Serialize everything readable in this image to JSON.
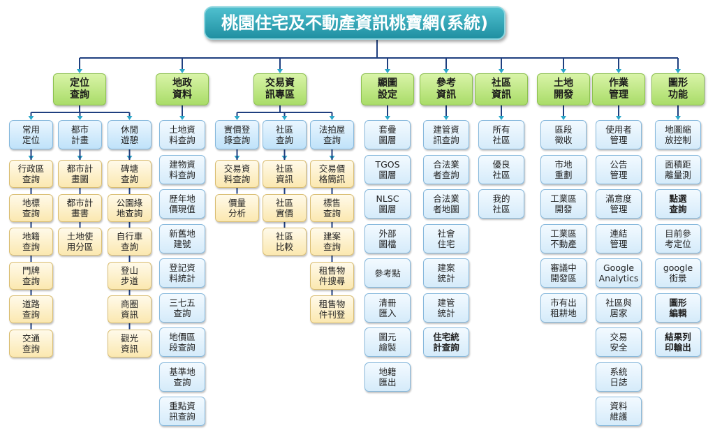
{
  "title": "桃園住宅及不動產資訊桃寶網(系統)",
  "categories": [
    {
      "label": "定位\n查詢",
      "subs": [
        {
          "label": "常用\n定位",
          "items": [
            "行政區\n查詢",
            "地標\n查詢",
            "地籍\n查詢",
            "門牌\n查詢",
            "道路\n查詢",
            "交通\n查詢"
          ]
        },
        {
          "label": "都市\n計畫",
          "items": [
            "都市計\n畫圖",
            "都市計\n畫書",
            "土地使\n用分區"
          ]
        },
        {
          "label": "休閒\n遊憩",
          "items": [
            "碑塘\n查詢",
            "公園綠\n地查詢",
            "自行車\n查詢",
            "登山\n步道",
            "商圈\n資訊",
            "觀光\n資訊"
          ]
        }
      ]
    },
    {
      "label": "地政\n資料",
      "items": [
        "土地資\n料查詢",
        "建物資\n料查詢",
        "歷年地\n價現值",
        "新舊地\n建號",
        "登記資\n料統計",
        "三七五\n查詢",
        "地價區\n段查詢",
        "基準地\n查詢",
        "重點資\n訊查詢"
      ]
    },
    {
      "label": "交易資\n訊專區",
      "subs": [
        {
          "label": "實價登\n錄查詢",
          "items": [
            "交易資\n料查詢",
            "價量\n分析"
          ]
        },
        {
          "label": "社區\n查詢",
          "items": [
            "社區\n資訊",
            "社區\n實價",
            "社區\n比較"
          ]
        },
        {
          "label": "法拍屋\n查詢",
          "items": [
            "交易價\n格簡訊",
            "標售\n查詢",
            "建案\n查詢",
            "租售物\n件搜尋",
            "租售物\n件刊登"
          ]
        }
      ]
    },
    {
      "label": "顯圖\n設定",
      "items": [
        "套疊\n圖層",
        "TGOS\n圖層",
        "NLSC\n圖層",
        "外部\n圖檔",
        "參考點",
        "清冊\n匯入",
        "圖元\n繪製",
        "地籍\n匯出"
      ]
    },
    {
      "label": "參考\n資訊",
      "items": [
        "建管資\n訊查詢",
        "合法業\n者查詢",
        "合法業\n者地圖",
        "社會\n住宅",
        "建案\n統計",
        "建管\n統計",
        "住宅統\n計查詢"
      ]
    },
    {
      "label": "社區\n資訊",
      "items": [
        "所有\n社區",
        "優良\n社區",
        "我的\n社區"
      ]
    },
    {
      "label": "土地\n開發",
      "items": [
        "區段\n徵收",
        "市地\n重劃",
        "工業區\n開發",
        "工業區\n不動產",
        "審議中\n開發區",
        "市有出\n租耕地"
      ]
    },
    {
      "label": "作業\n管理",
      "items": [
        "使用者\n管理",
        "公告\n管理",
        "滿意度\n管理",
        "連結\n管理",
        "Google\nAnalytics",
        "社區與\n居家",
        "交易\n安全",
        "系統\n日誌",
        "資料\n維護"
      ]
    },
    {
      "label": "圖形\n功能",
      "items": [
        "地圖縮\n放控制",
        "面積距\n離量測",
        "點選\n查詢",
        "目前參\n考定位",
        "google\n街景",
        "圖形\n編輯",
        "結果列\n印輸出"
      ]
    }
  ]
}
